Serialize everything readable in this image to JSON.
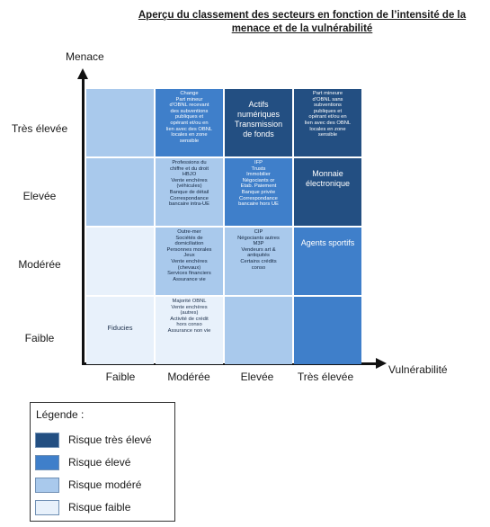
{
  "title": "Aperçu du classement des secteurs en fonction de l’intensité de la menace et de la vulnérabilité",
  "axes": {
    "y_label": "Menace",
    "x_label": "Vulnérabilité",
    "rows": [
      "Très élevée",
      "Elevée",
      "Modérée",
      "Faible"
    ],
    "columns": [
      "Faible",
      "Modérée",
      "Elevée",
      "Très élevée"
    ]
  },
  "colors": {
    "risk_very_high": "#234f82",
    "risk_high": "#3f7fca",
    "risk_moderate": "#a9c9ec",
    "risk_low": "#e8f1fb"
  },
  "cells": [
    {
      "row": 0,
      "col": 0,
      "level": 1,
      "text": ""
    },
    {
      "row": 0,
      "col": 1,
      "level": 2,
      "text": "Change\nPart mineur\nd’OBNL recevant\ndes subventions\npubliques et\nopérant et/ou en\nlien avec des OBNL\nlocales en zone\nsensible"
    },
    {
      "row": 0,
      "col": 2,
      "level": 3,
      "text": "Actifs\nnumériques\nTransmission\nde fonds",
      "style": "big"
    },
    {
      "row": 0,
      "col": 3,
      "level": 3,
      "text": "Part mineure\nd’OBNL sans\nsubventions\npubliques et\nopérant et/ou en\nlien avec des OBNL\nlocales en zone\nsensible"
    },
    {
      "row": 1,
      "col": 0,
      "level": 1,
      "text": ""
    },
    {
      "row": 1,
      "col": 1,
      "level": 1,
      "text": "Professions du\nchiffre et du droit\nHBJO\nVente enchères\n(véhicules)\nBanque de détail\nCorrespondance\nbancaire intra-UE"
    },
    {
      "row": 1,
      "col": 2,
      "level": 2,
      "text": "IFP\nTrusts\nImmobilier\nNégociants or\nEtab. Paiement\nBanque privée\nCorrespondance\nbancaire hors UE"
    },
    {
      "row": 1,
      "col": 3,
      "level": 3,
      "text": "Monnaie\nélectronique",
      "style": "big"
    },
    {
      "row": 2,
      "col": 0,
      "level": 0,
      "text": ""
    },
    {
      "row": 2,
      "col": 1,
      "level": 1,
      "text": "Outre-mer\nSociétés de\ndomiciliation\nPersonnes morales\nJeux\nVente enchères\n(chevaux)\nServices financiers\nAssurance vie"
    },
    {
      "row": 2,
      "col": 2,
      "level": 1,
      "text": "CIP\nNégociants autres\nM3P\nVendeurs art &\nantiquités\nCertains crédits\nconso"
    },
    {
      "row": 2,
      "col": 3,
      "level": 2,
      "text": "Agents sportifs",
      "style": "big"
    },
    {
      "row": 3,
      "col": 0,
      "level": 0,
      "text": "Fiducies",
      "style": "center"
    },
    {
      "row": 3,
      "col": 1,
      "level": 0,
      "text": "Majorité OBNL\nVente enchères\n(autres)\nActivité de crédit\nhors conso\nAssurance non vie"
    },
    {
      "row": 3,
      "col": 2,
      "level": 1,
      "text": ""
    },
    {
      "row": 3,
      "col": 3,
      "level": 2,
      "text": ""
    }
  ],
  "legend": {
    "title": "Légende :",
    "items": [
      {
        "label": "Risque très élevé",
        "level": 3
      },
      {
        "label": "Risque élevé",
        "level": 2
      },
      {
        "label": "Risque modéré",
        "level": 1
      },
      {
        "label": "Risque faible",
        "level": 0
      }
    ]
  }
}
